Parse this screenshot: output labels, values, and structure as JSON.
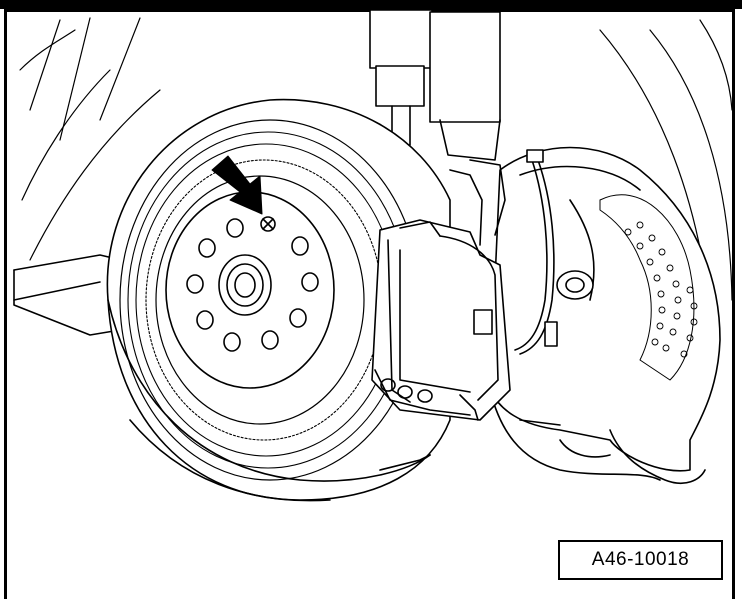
{
  "figure": {
    "label": "A46-10018",
    "subject": "wheel-hub-brake-disc-caliper-assembly",
    "line_color": "#000000",
    "background_color": "#ffffff",
    "callout": "arrow-pointing-to-disc-retaining-screw"
  }
}
